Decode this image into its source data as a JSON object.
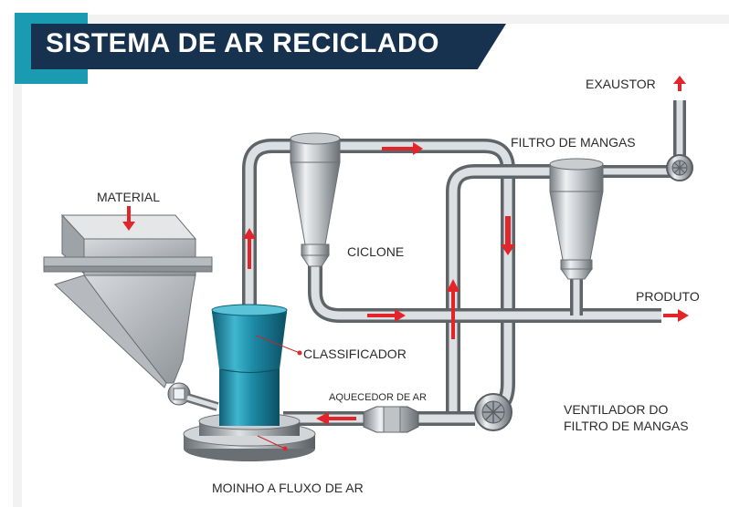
{
  "title": "SISTEMA DE AR RECICLADO",
  "labels": {
    "material": "MATERIAL",
    "exaustor": "EXAUSTOR",
    "filtro_mangas": "FILTRO DE MANGAS",
    "ciclone": "CICLONE",
    "produto": "PRODUTO",
    "classificador": "CLASSIFICADOR",
    "aquecedor": "AQUECEDOR DE AR",
    "ventilador_line1": "VENTILADOR DO",
    "ventilador_line2": "FILTRO DE MANGAS",
    "moinho": "MOINHO A FLUXO DE AR"
  },
  "colors": {
    "title_band": "#17324f",
    "accent": "#1a9bb2",
    "arrow": "#e2242b",
    "mill": "#1d8aa6"
  }
}
